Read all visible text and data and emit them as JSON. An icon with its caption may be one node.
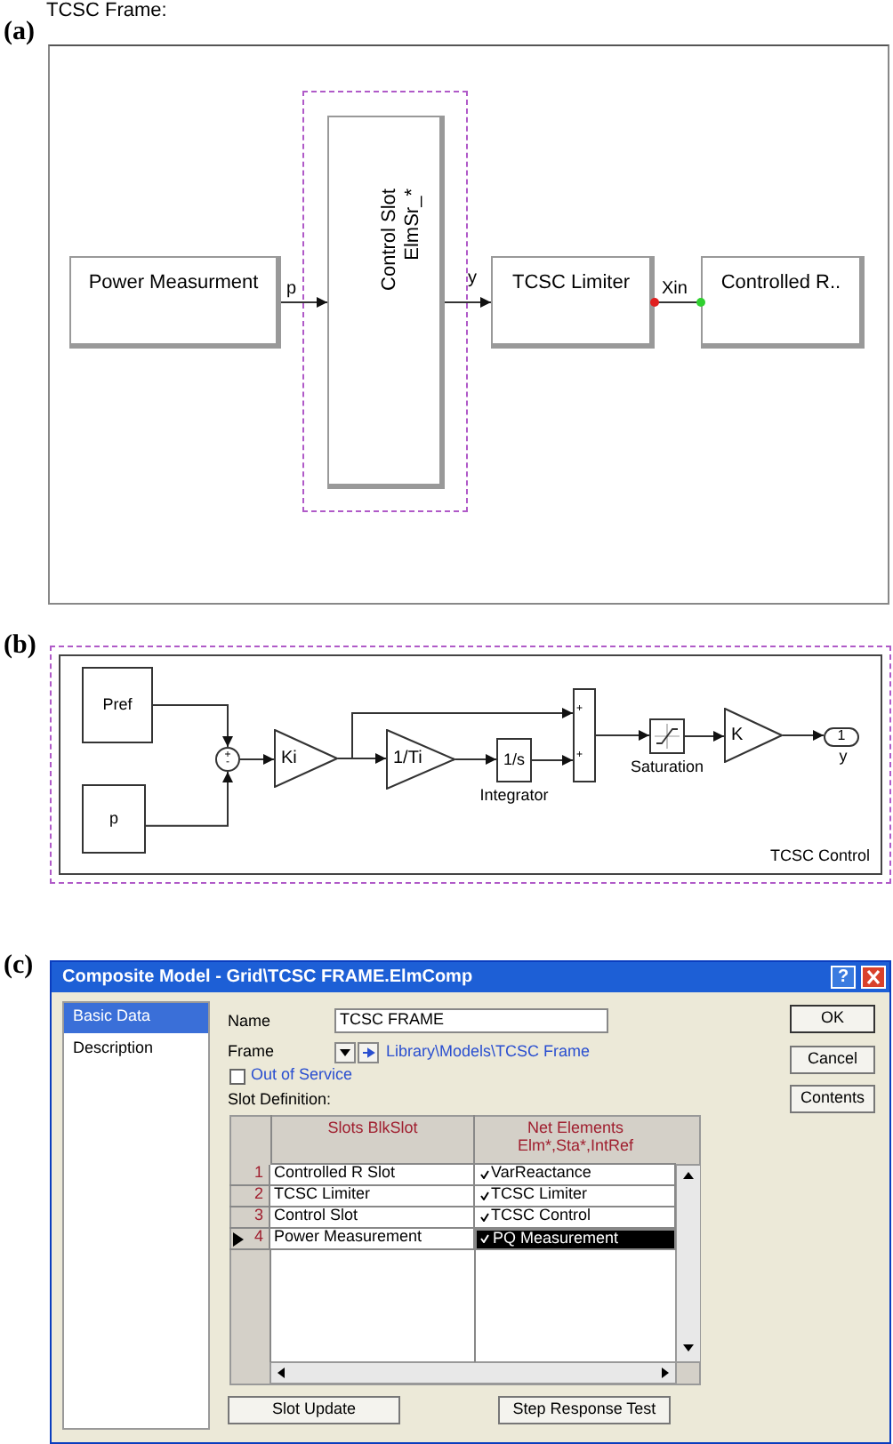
{
  "diagram": {
    "nodes": [
      {
        "text": [
          "TCSC Frame:"
        ]
      },
      {
        "text": [
          "Power Measurment"
        ],
        "in": 0
      },
      {
        "text": [],
        "shape": "box",
        "in": 0
      },
      {
        "text": [
          "Control Slot",
          "ElmSr_*"
        ],
        "in": 2
      },
      {
        "text": [
          "TCSC Limiter"
        ],
        "in": 0
      },
      {
        "text": [
          "Controlled R.."
        ],
        "in": 0
      },
      {
        "text": [],
        "shape": "box"
      },
      {
        "text": [
          "TCSC Control"
        ],
        "in": 6
      },
      {
        "text": [
          "Pref"
        ],
        "in": 7
      },
      {
        "text": [
          "p"
        ],
        "in": 7
      },
      {
        "text": [
          "+",
          "-"
        ],
        "in": 7
      },
      {
        "text": [
          "Ki"
        ],
        "in": 7
      },
      {
        "text": [
          "1/Ti"
        ],
        "in": 7
      },
      {
        "text": [
          "1/s"
        ],
        "in": 7,
        "beside": [
          "Integrator"
        ]
      },
      {
        "text": [
          "+",
          "+"
        ],
        "in": 7
      },
      {
        "text": [],
        "shape": "box",
        "in": 7,
        "beside": [
          "Saturation"
        ]
      },
      {
        "text": [
          "K"
        ],
        "in": 7
      },
      {
        "text": [
          "1"
        ],
        "in": 7,
        "beside": [
          "y"
        ]
      },
      {
        "text": [
          "Composite Model - Grid\\TCSC FRAME.ElmComp"
        ]
      }
    ],
    "edges": [
      {
        "from": 1,
        "to": 3,
        "arrow": "to",
        "label": "p"
      },
      {
        "from": 3,
        "to": 4,
        "arrow": "to",
        "label": "y"
      },
      {
        "from": 4,
        "to": 5,
        "arrow": "other",
        "label": "Xin"
      },
      {
        "from": 8,
        "to": 10,
        "arrow": "to"
      },
      {
        "from": 9,
        "to": 10,
        "arrow": "to"
      },
      {
        "from": 10,
        "to": 11,
        "arrow": "to"
      },
      {
        "from": 11,
        "to": 12,
        "arrow": "to"
      },
      {
        "from": 11,
        "to": 14,
        "arrow": "to"
      },
      {
        "from": 12,
        "to": 13,
        "arrow": "to"
      },
      {
        "from": 13,
        "to": 14,
        "arrow": "to"
      },
      {
        "from": 14,
        "to": 15,
        "arrow": "to"
      },
      {
        "from": 15,
        "to": 16,
        "arrow": "to"
      },
      {
        "from": 16,
        "to": 17,
        "arrow": "to"
      }
    ],
    "labels": [
      "(a)",
      "(b)",
      "(c)",
      "?",
      "Basic Data",
      "Description",
      "Name",
      "TCSC FRAME",
      "Frame",
      "Library\\Models\\TCSC Frame",
      "Out of Service",
      "Slot Definition:",
      "Slots BlkSlot",
      "Net Elements Elm*,Sta*,IntRef",
      "1",
      "Controlled R Slot",
      "VarReactance",
      "2",
      "TCSC Limiter",
      "TCSC Limiter",
      "3",
      "Control Slot",
      "TCSC Control",
      "4",
      "Power Measurement",
      "PQ Measurement",
      "OK",
      "Cancel",
      "Contents",
      "Slot Update",
      "Step Response Test"
    ]
  }
}
